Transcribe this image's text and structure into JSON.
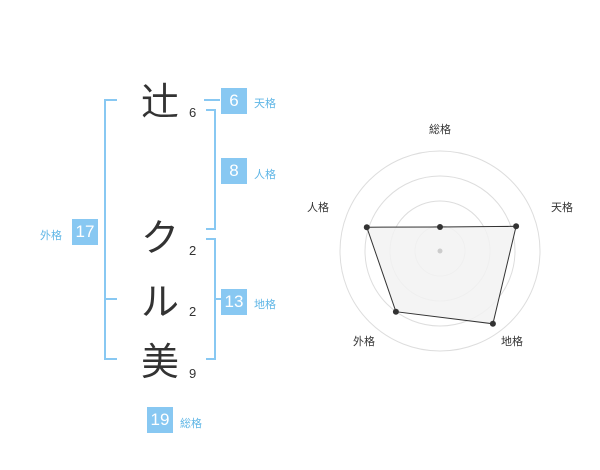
{
  "name": {
    "chars": [
      {
        "char": "辻",
        "strokes": "6"
      },
      {
        "char": "ク",
        "strokes": "2"
      },
      {
        "char": "ル",
        "strokes": "2"
      },
      {
        "char": "美",
        "strokes": "9"
      }
    ]
  },
  "fortune": {
    "tenkaku": {
      "value": "6",
      "label": "天格"
    },
    "jinkaku": {
      "value": "8",
      "label": "人格"
    },
    "chikaku": {
      "value": "13",
      "label": "地格"
    },
    "gaikaku": {
      "value": "17",
      "label": "外格"
    },
    "soukaku": {
      "value": "19",
      "label": "総格"
    }
  },
  "colors": {
    "accent": "#88c8f2",
    "accent_text": "#5fb6e6",
    "text": "#333333",
    "radar_fill": "#f2f2f2"
  },
  "chart_data": {
    "type": "radar",
    "axes": [
      "総格",
      "天格",
      "地格",
      "外格",
      "人格"
    ],
    "values": [
      0.24,
      0.8,
      0.9,
      0.75,
      0.77
    ],
    "rings": 4
  }
}
